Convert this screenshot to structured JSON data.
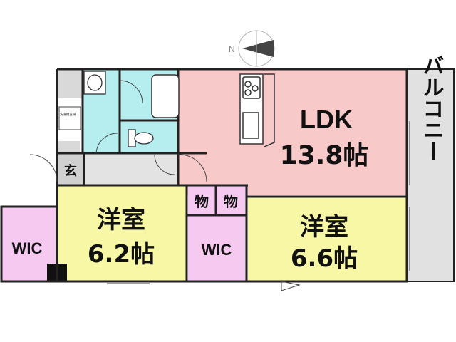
{
  "compass": {
    "label": "N"
  },
  "rooms": {
    "ldk": {
      "name": "LDK",
      "size": "13.8帖"
    },
    "balcony": {
      "name": "バルコニー"
    },
    "western1": {
      "name": "洋室",
      "size": "6.2帖"
    },
    "western2": {
      "name": "洋室",
      "size": "6.6帖"
    },
    "wic1": {
      "name": "WIC"
    },
    "wic2": {
      "name": "WIC"
    },
    "storage1": {
      "name": "物"
    },
    "storage2": {
      "name": "物"
    },
    "entrance": {
      "name": "玄"
    },
    "laundry": {
      "name": "洗濯機置場"
    }
  },
  "colors": {
    "ldk": "#f7c9c9",
    "western": "#f8f7a6",
    "wic": "#f5c9f0",
    "water": "#b6eef0",
    "balcony": "#e1e1e1",
    "corridor": "#e3e3e3",
    "wall": "#222222"
  }
}
